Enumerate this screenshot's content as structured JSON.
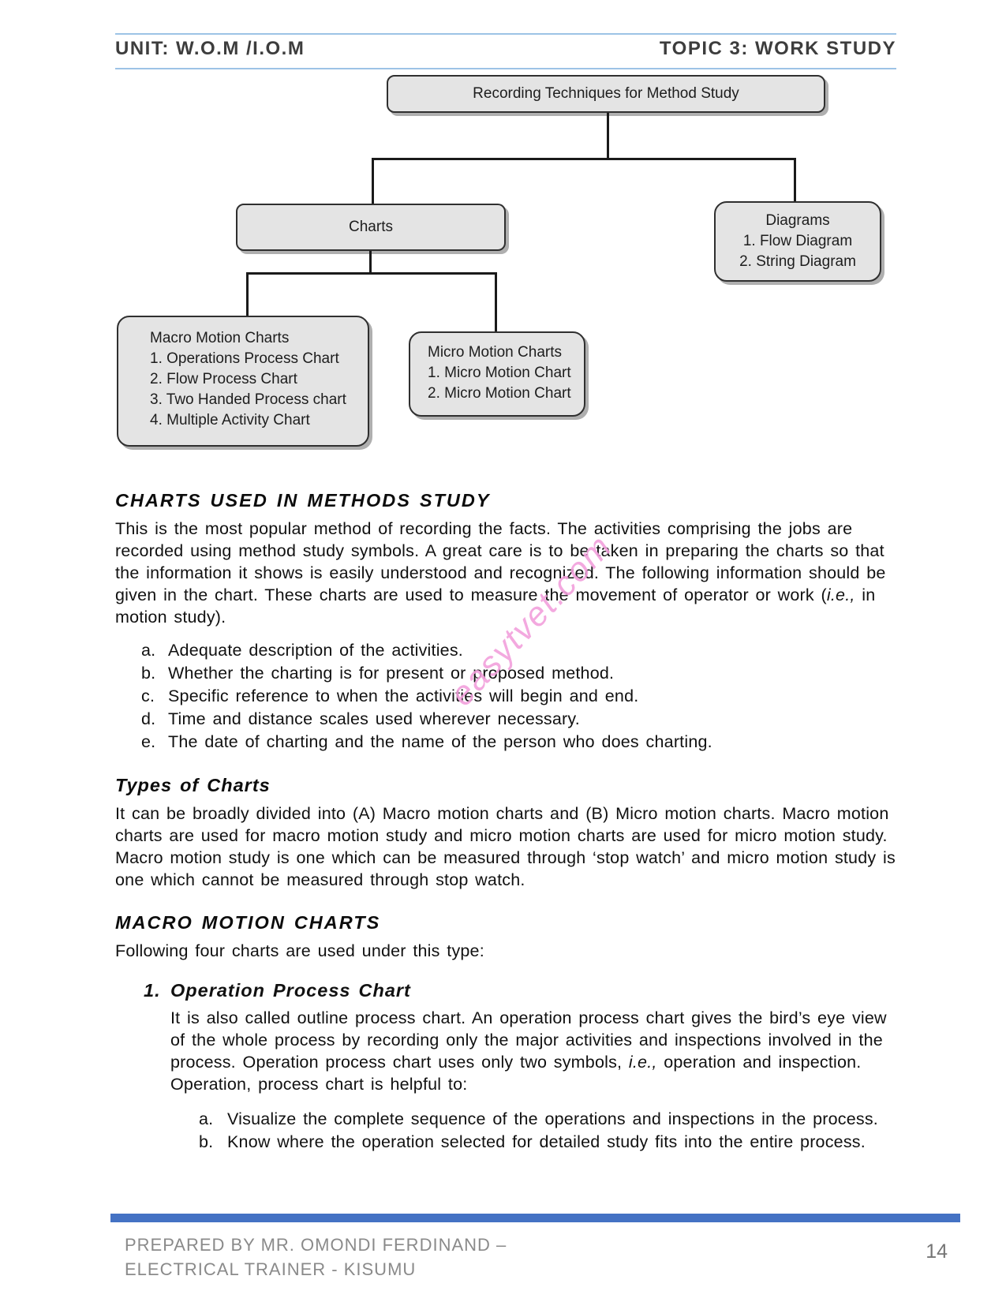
{
  "header": {
    "unit": "UNIT: W.O.M /I.O.M",
    "topic": "TOPIC 3: WORK STUDY"
  },
  "flowchart": {
    "root_label": "Recording Techniques for Method Study",
    "charts_label": "Charts",
    "diagrams": {
      "title": "Diagrams",
      "items": [
        "1. Flow Diagram",
        "2. String Diagram"
      ]
    },
    "macro": {
      "title": "Macro Motion Charts",
      "items": [
        "1. Operations Process Chart",
        "2. Flow Process Chart",
        "3. Two Handed Process chart",
        "4. Multiple Activity Chart"
      ]
    },
    "micro": {
      "title": "Micro Motion Charts",
      "items": [
        "1. Micro Motion Chart",
        "2. Micro Motion Chart"
      ]
    }
  },
  "sections": {
    "charts_used": {
      "heading": "CHARTS USED IN METHODS STUDY",
      "para_1": "This is the most popular method of recording the facts. The activities comprising the jobs are recorded using method study symbols. A great care is to be taken in preparing the charts so that the information it shows is easily understood and recognized. The following information should be given in the chart. These charts are used to measure the movement of operator or work (",
      "para_italic": "i.e.,",
      "para_2": " in motion study).",
      "list": [
        {
          "marker": "a.",
          "text": "Adequate description of the activities."
        },
        {
          "marker": "b.",
          "text": "Whether the charting is for present or proposed method."
        },
        {
          "marker": "c.",
          "text": "Specific reference to when the activities will begin and end."
        },
        {
          "marker": "d.",
          "text": "Time and distance scales used wherever necessary."
        },
        {
          "marker": "e.",
          "text": "The date of charting and the name of the person who does charting."
        }
      ]
    },
    "types_of_charts": {
      "heading": "Types of Charts",
      "para": "It can be broadly divided into (A) Macro motion charts and (B) Micro motion charts. Macro motion charts are used for macro motion study and micro motion charts are used for micro motion study. Macro motion study is one which can be measured through ‘stop watch’ and micro motion study is one which cannot be measured through stop watch."
    },
    "macro_motion": {
      "heading": "MACRO MOTION CHARTS",
      "intro": "Following four charts are used under this type:",
      "op_chart": {
        "number": "1.",
        "heading": "Operation Process Chart",
        "para_1": "It is also called outline process chart. An operation process chart gives the bird’s eye view of the whole process by recording only the major activities and inspections involved in the process. Operation process chart uses only two symbols, ",
        "para_italic": "i.e.,",
        "para_2": " operation and inspection. Operation, process chart is helpful to:",
        "list": [
          {
            "marker": "a.",
            "text": "Visualize the complete sequence of the operations and inspections in the process."
          },
          {
            "marker": "b.",
            "text": "Know where the operation selected for detailed study fits into the entire process."
          }
        ]
      }
    }
  },
  "watermark": "easytvet.com",
  "footer": {
    "line1": "PREPARED BY MR. OMONDI FERDINAND –",
    "line2": "ELECTRICAL TRAINER - KISUMU",
    "page_number": "14"
  },
  "colors": {
    "header_rule": "#9DC3E6",
    "footer_bar": "#4472C4",
    "watermark_pink": "#F2A0DC",
    "box_fill": "#E4E4E4",
    "box_border": "#2F2F2F",
    "footer_text_gray": "#8A8A8A"
  }
}
